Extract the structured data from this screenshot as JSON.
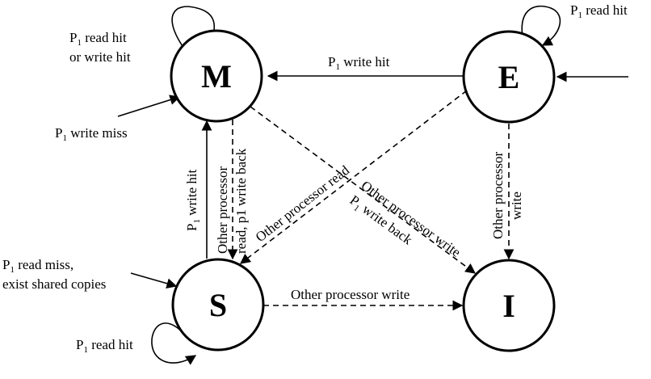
{
  "states": {
    "m": "M",
    "e": "E",
    "s": "S",
    "i": "I"
  },
  "edges": {
    "m_self": {
      "line1_pre": "P",
      "sub": "1",
      "line1_post": " read hit",
      "line2": "or write hit"
    },
    "m_write_miss": {
      "pre": "P",
      "sub": "1",
      "post": " write miss"
    },
    "e_to_m": {
      "pre": "P",
      "sub": "1",
      "post": " write hit"
    },
    "e_self": {
      "pre": "P",
      "sub": "1",
      "post": " read hit"
    },
    "s_to_m": {
      "pre": "P",
      "sub": "1",
      "post": " write hit"
    },
    "m_to_s": {
      "line1": "Other processor",
      "line2": "read, p1 write back"
    },
    "e_to_s": {
      "text": "Other processor read"
    },
    "m_to_i": {
      "line1": "Other processor write",
      "line2_pre": "P",
      "sub": "1",
      "line2_post": " write back"
    },
    "e_to_i": {
      "line1": "Other processor",
      "line2": "write"
    },
    "s_read_miss": {
      "line1_pre": "P",
      "sub": "1",
      "line1_post": " read miss,",
      "line2": "exist shared copies"
    },
    "s_to_i": {
      "text": "Other processor write"
    },
    "s_self": {
      "pre": "P",
      "sub": "1",
      "post": " read hit"
    }
  }
}
